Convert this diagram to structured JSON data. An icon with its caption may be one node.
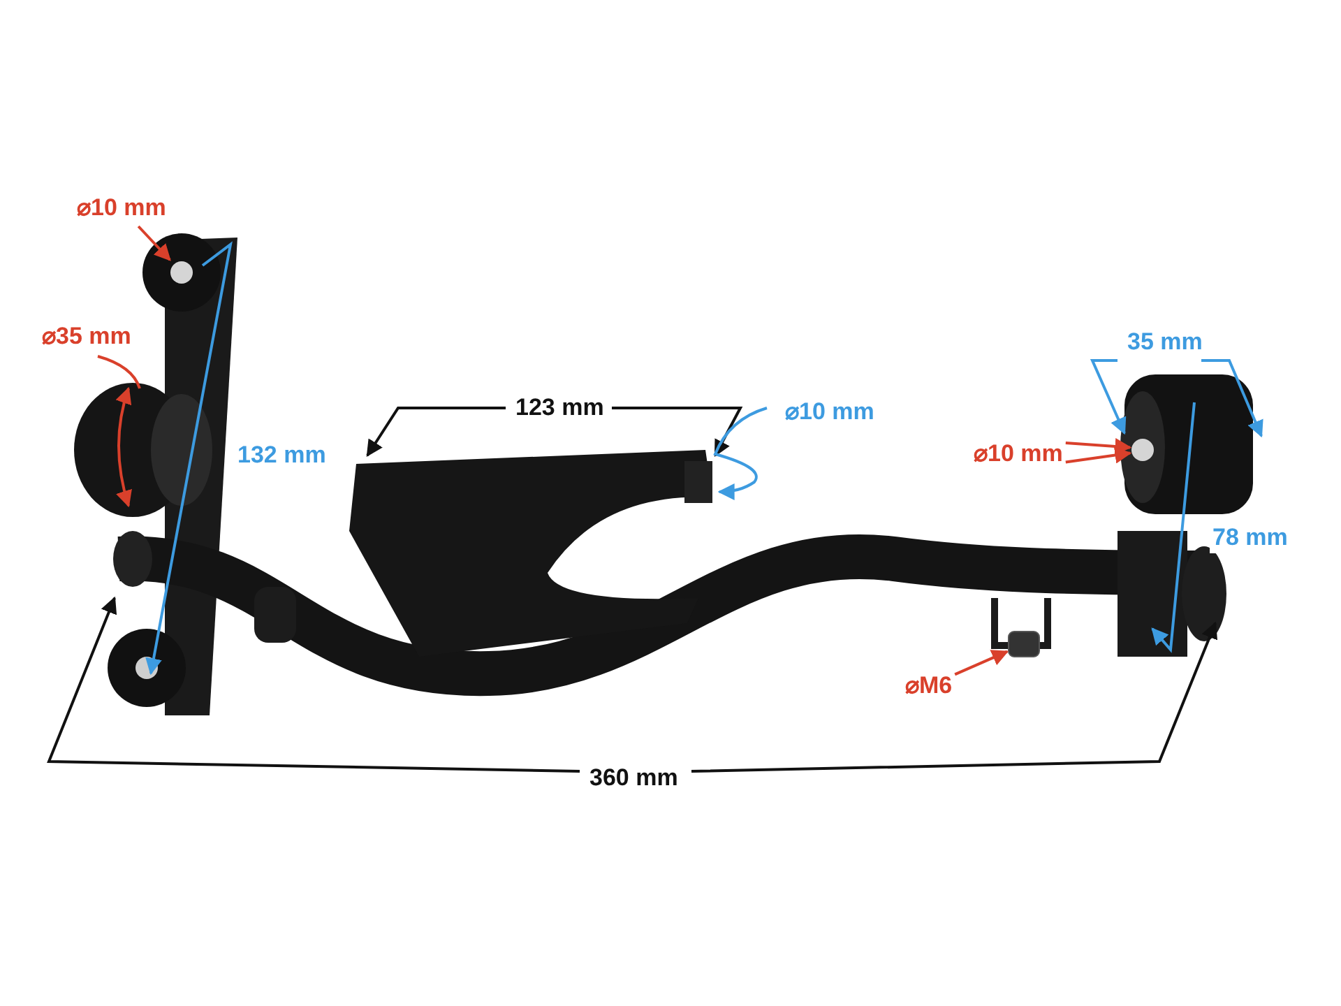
{
  "diagram": {
    "nodes": [
      {
        "text": [
          "⌀10 mm"
        ]
      },
      {
        "text": [],
        "shape": "circle"
      },
      {
        "text": [
          "⌀10 mm"
        ]
      },
      {
        "text": [],
        "shape": "circle"
      },
      {
        "text": [
          "⌀M6"
        ]
      },
      {
        "text": [],
        "shape": "box"
      }
    ],
    "edges": [
      {
        "from": 0,
        "to": 1,
        "arrow": "to"
      },
      {
        "from": 2,
        "to": 3,
        "arrow": "to"
      },
      {
        "from": 2,
        "to": 3,
        "arrow": "to"
      },
      {
        "from": 4,
        "to": 5,
        "arrow": "to"
      }
    ],
    "labels": [
      "⌀35 mm",
      "35 mm",
      "123 mm",
      "⌀10 mm",
      "132 mm",
      "78 mm",
      "360 mm"
    ]
  }
}
